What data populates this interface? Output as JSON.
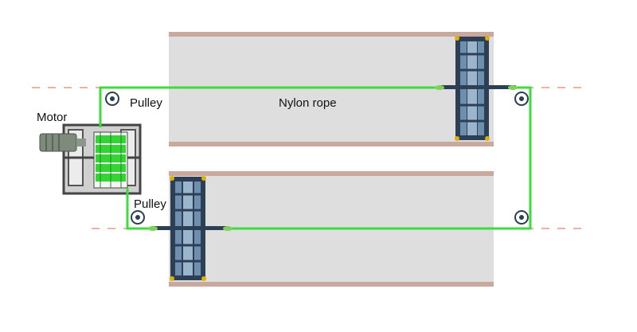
{
  "labels": {
    "motor": "Motor",
    "pulley_top": "Pulley",
    "pulley_bottom": "Pulley",
    "rope": "Nylon rope"
  },
  "colors": {
    "rope": "#3ddc3d",
    "track_border": "#c9a99e",
    "track_fill": "#dcdcdc",
    "carriage": "#2c3f55",
    "carriage_inner": "#7a9bb8",
    "motor_body": "#7d8a7c",
    "spool": "#35d435",
    "dash": "#f0b0a8",
    "frame": "#3a3a3a"
  },
  "icons": {
    "motor": "motor-icon",
    "spool": "winch-spool-icon",
    "pulley": "pulley-icon"
  }
}
